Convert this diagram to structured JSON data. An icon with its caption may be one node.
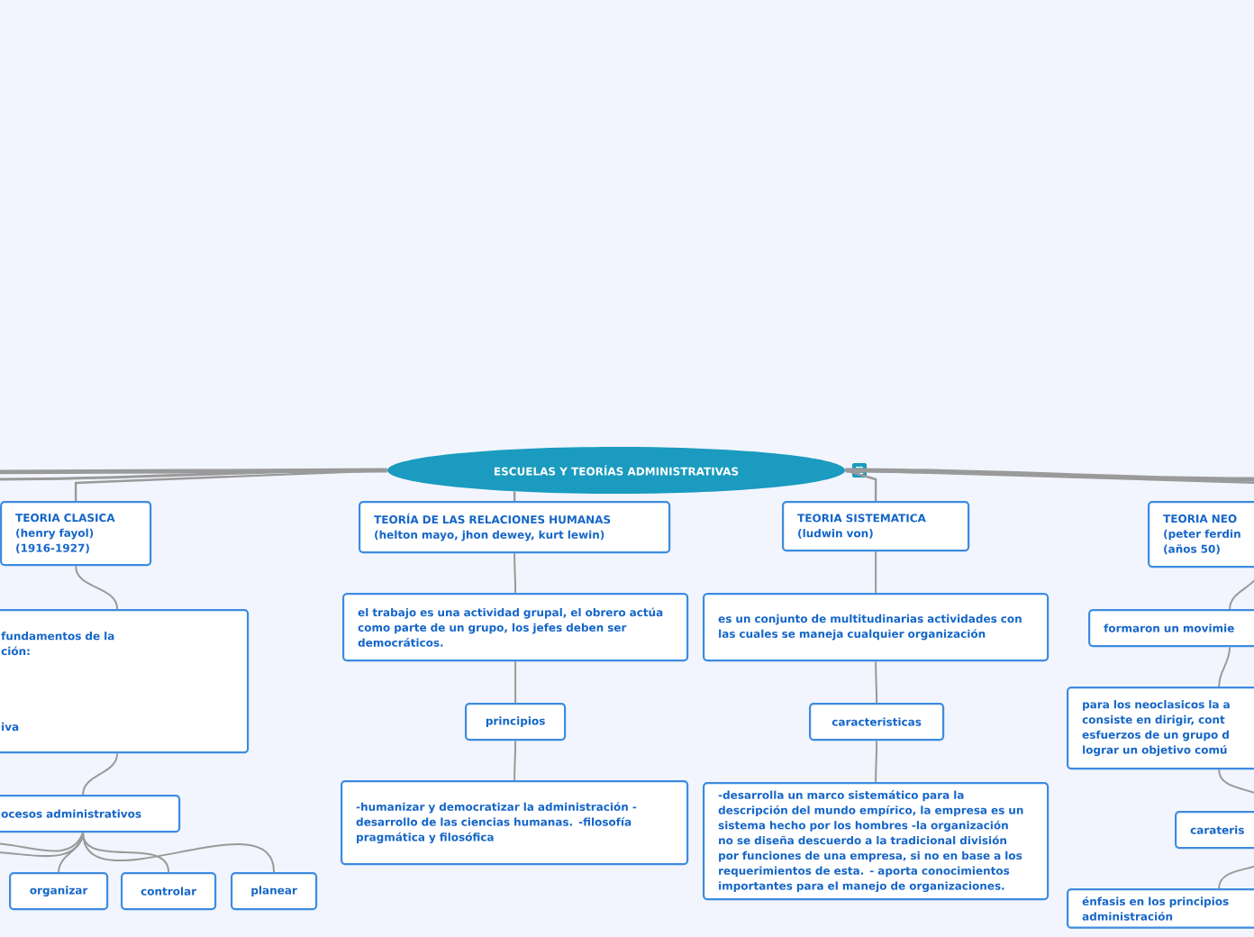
{
  "diagram": {
    "nodes": [
      {
        "text": [
          "ESCUELAS Y TEORÍAS ADMINISTRATIVAS"
        ]
      },
      {
        "text": [
          "TEORIA CLASICA (henry fayol) (1916-1927)"
        ]
      },
      {
        "text": [
          "fundamentos de la ción:",
          "iva"
        ]
      },
      {
        "text": [
          "ocesos administrativos"
        ]
      },
      {
        "text": [
          "organizar"
        ]
      },
      {
        "text": [
          "controlar"
        ]
      },
      {
        "text": [
          "planear"
        ]
      },
      {
        "text": [
          "TEORÍA DE LAS RELACIONES HUMANAS (helton mayo, jhon dewey, kurt lewin)"
        ]
      },
      {
        "text": [
          "el trabajo es una actividad grupal, el obrero actúa como parte de un grupo, los jefes deben ser democráticos."
        ]
      },
      {
        "text": [
          "principios"
        ]
      },
      {
        "text": [
          "-humanizar y democratizar la administración - desarrollo de las ciencias humanas. -filosofía pragmática y filosófica"
        ]
      },
      {
        "text": [
          "TEORIA SISTEMATICA (ludwin von)"
        ]
      },
      {
        "text": [
          "es un conjunto de multitudinarias actividades con las cuales se maneja cualquier organización"
        ]
      },
      {
        "text": [
          "caracteristicas"
        ]
      },
      {
        "text": [
          "-desarrolla un marco sistemático para la descripción del mundo empírico, la empresa es un sistema hecho por los hombres -la organización no se diseña descuerdo a la tradicional división por funciones de una empresa, si no en base a los requerimientos de esta. - aporta conocimientos importantes para el manejo de organizaciones."
        ]
      },
      {
        "text": [
          "TEORIA NEO (peter ferdin (años 50)"
        ]
      },
      {
        "text": [
          "formaron un movimie"
        ]
      },
      {
        "text": [
          "para los neoclasicos la a consiste en dirigir, cont esfuerzos de un grupo d lograr un objetivo comú"
        ]
      },
      {
        "text": [
          "carateris"
        ]
      },
      {
        "text": [
          "énfasis en los principios administración"
        ]
      }
    ],
    "edges": [
      {
        "from": 0,
        "to": 1,
        "arrow": "none"
      },
      {
        "from": 0,
        "to": 7,
        "arrow": "none"
      },
      {
        "from": 0,
        "to": 11,
        "arrow": "none"
      },
      {
        "from": 0,
        "to": 15,
        "arrow": "none"
      },
      {
        "from": 0,
        "to": null,
        "arrow": "none"
      },
      {
        "from": 0,
        "to": null,
        "arrow": "none"
      },
      {
        "from": 0,
        "to": null,
        "arrow": "none"
      },
      {
        "from": 1,
        "to": 2,
        "arrow": "none"
      },
      {
        "from": 2,
        "to": 3,
        "arrow": "none"
      },
      {
        "from": 3,
        "to": 4,
        "arrow": "none"
      },
      {
        "from": 3,
        "to": 5,
        "arrow": "none"
      },
      {
        "from": 3,
        "to": 6,
        "arrow": "none"
      },
      {
        "from": 3,
        "to": null,
        "arrow": "none"
      },
      {
        "from": 3,
        "to": null,
        "arrow": "none"
      },
      {
        "from": 7,
        "to": 8,
        "arrow": "none"
      },
      {
        "from": 8,
        "to": 9,
        "arrow": "none"
      },
      {
        "from": 9,
        "to": 10,
        "arrow": "none"
      },
      {
        "from": 11,
        "to": 12,
        "arrow": "none"
      },
      {
        "from": 12,
        "to": 13,
        "arrow": "none"
      },
      {
        "from": 13,
        "to": 14,
        "arrow": "none"
      },
      {
        "from": 15,
        "to": 16,
        "arrow": "none"
      },
      {
        "from": 16,
        "to": 17,
        "arrow": "none"
      },
      {
        "from": 17,
        "to": 18,
        "arrow": "none"
      },
      {
        "from": 18,
        "to": 19,
        "arrow": "none"
      }
    ]
  }
}
